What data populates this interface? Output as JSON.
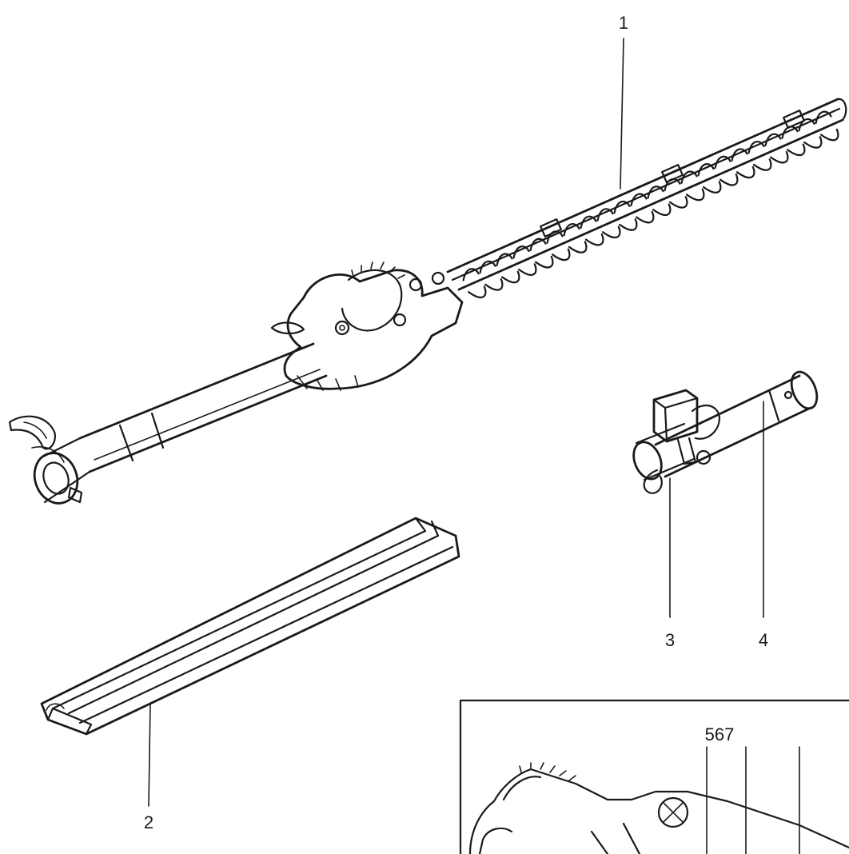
{
  "callouts": {
    "c1": "1",
    "c2": "2",
    "c3": "3",
    "c4": "4",
    "c567": "567"
  },
  "colors": {
    "line": "#1a1a1a",
    "background": "#ffffff"
  }
}
